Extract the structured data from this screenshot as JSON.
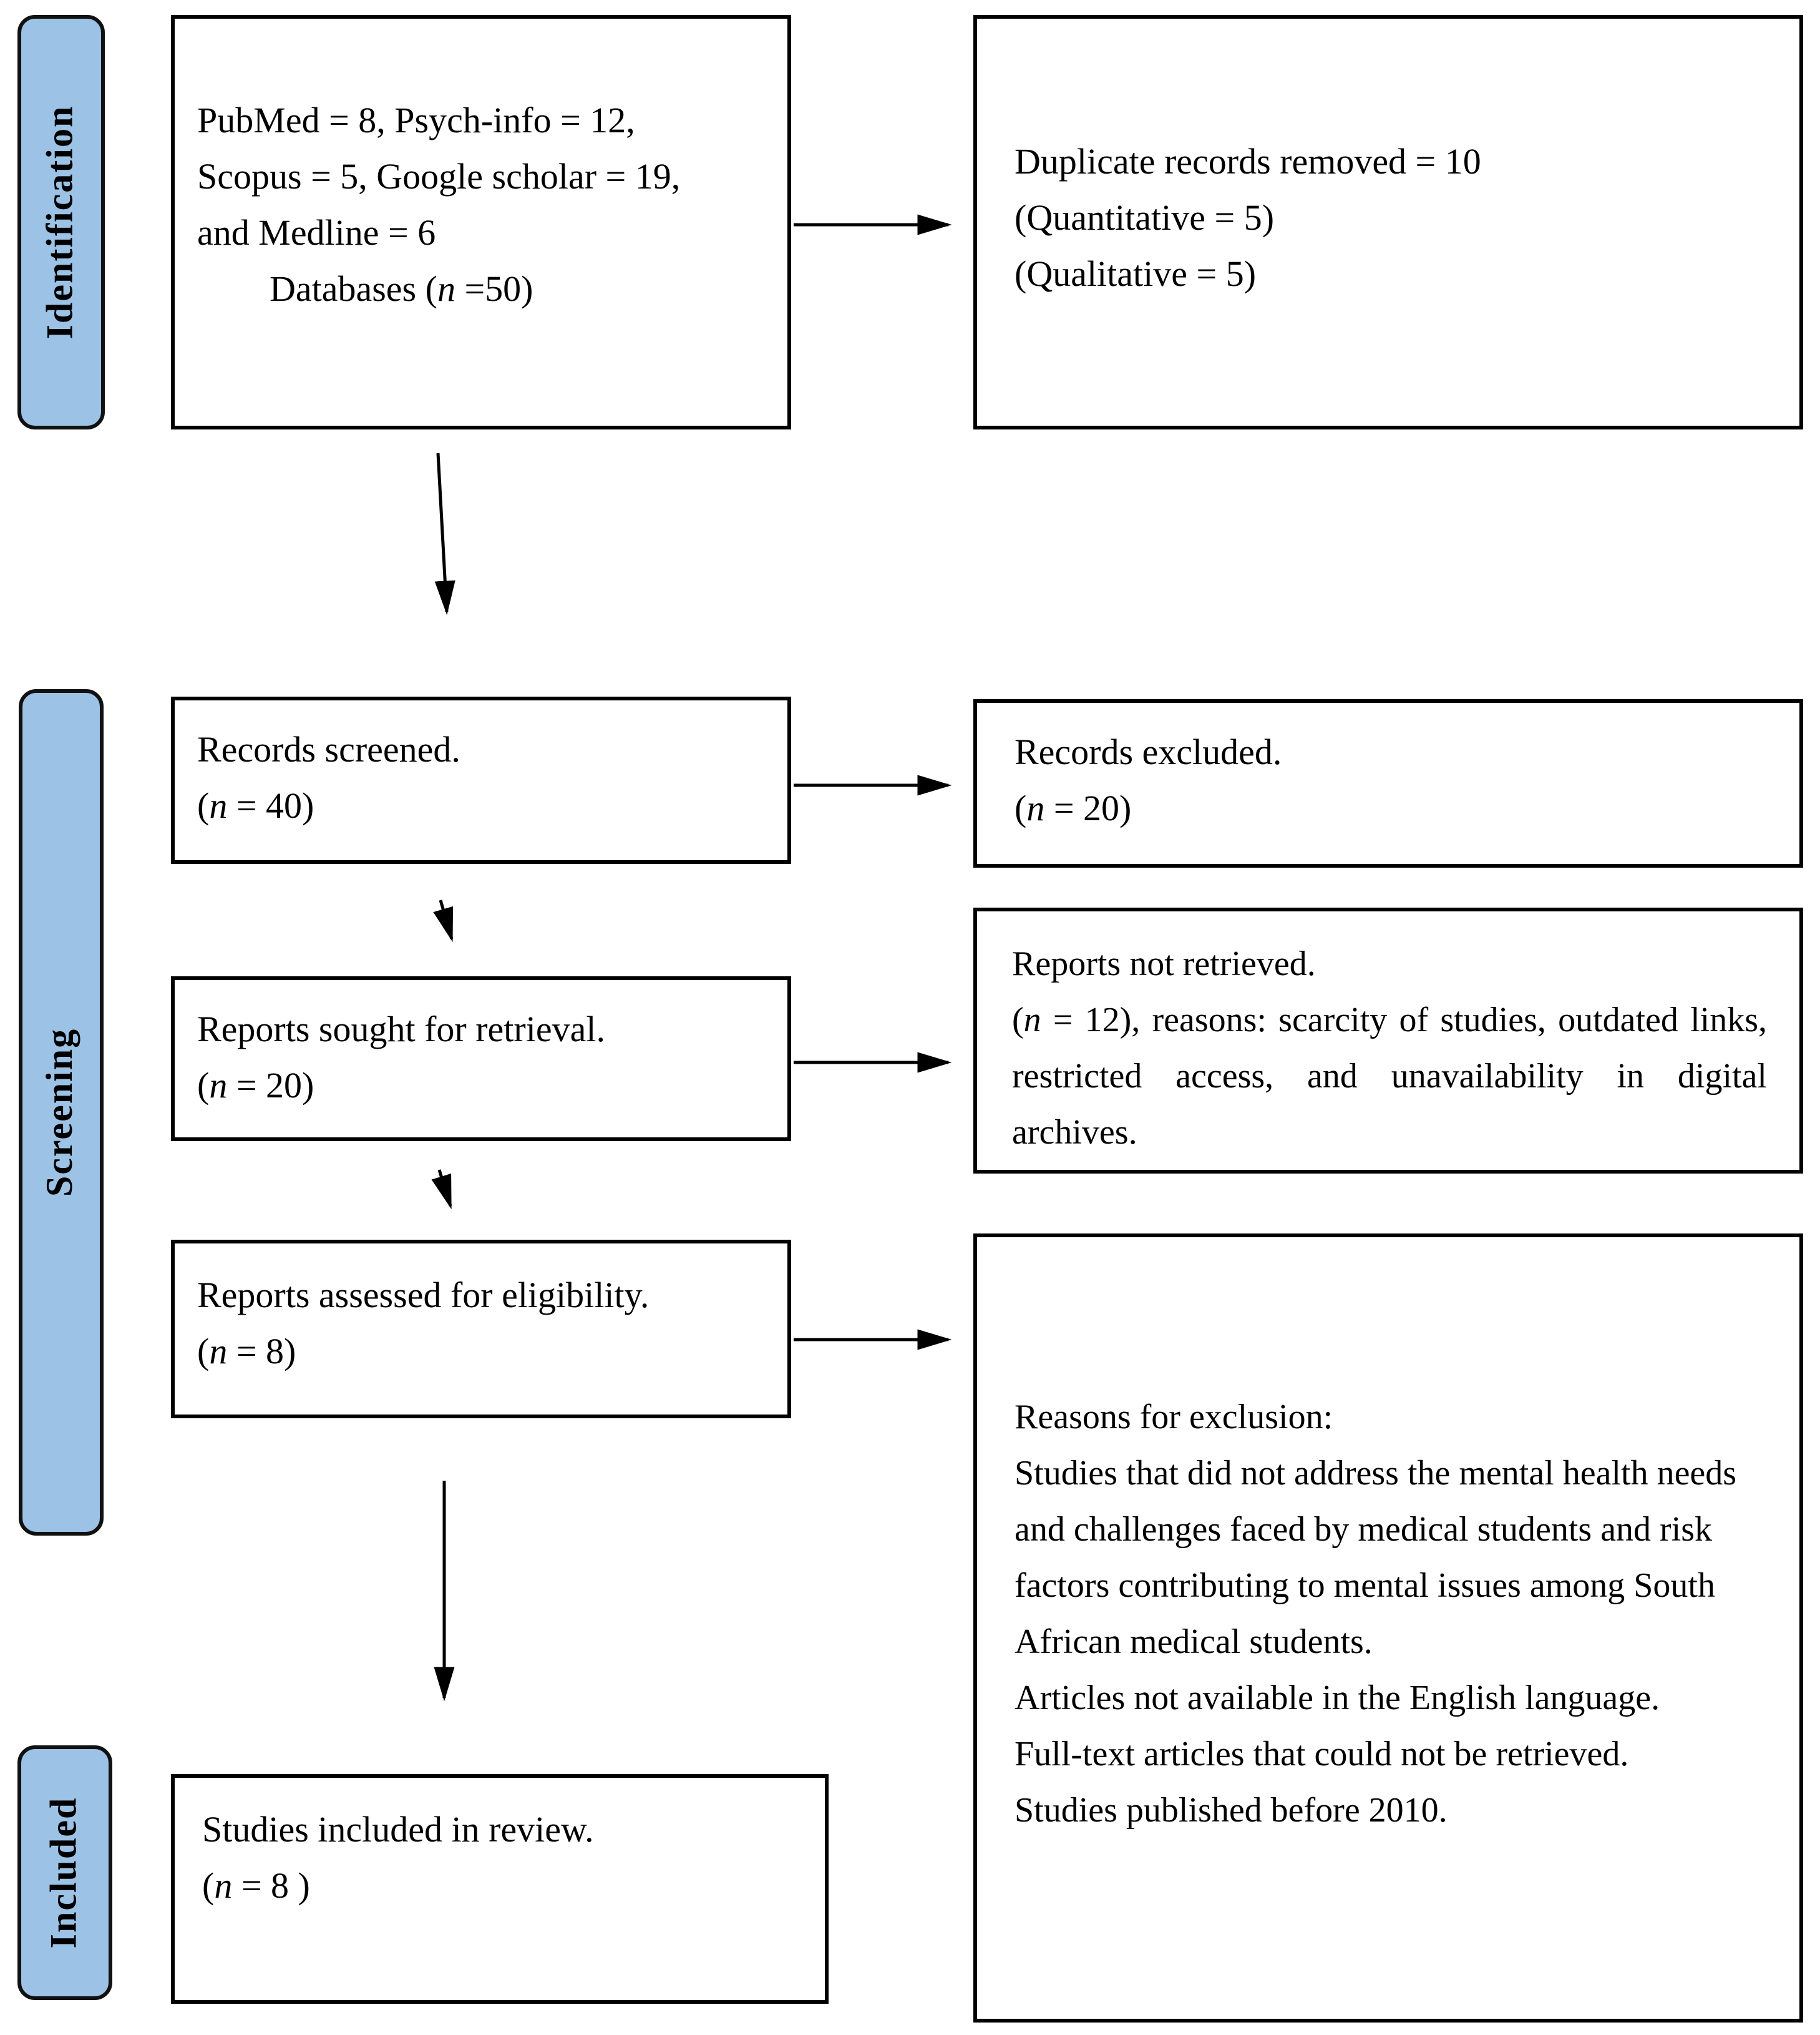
{
  "colors": {
    "stage_fill": "#9CC2E5",
    "stage_border": "#111111",
    "box_border": "#000000",
    "arrow": "#000000",
    "background": "#FFFFFF",
    "text": "#000000"
  },
  "stages": {
    "identification": "Identification",
    "screening": "Screening",
    "included": "Included"
  },
  "boxes": {
    "databases": {
      "lines": [
        "PubMed = 8, Psych-info = 12,",
        "Scopus = 5, Google scholar = 19,",
        "and Medline = 6"
      ],
      "count": {
        "pre": "Databases (",
        "n": "n",
        "post": " =50)"
      }
    },
    "duplicates": {
      "lines": [
        "Duplicate records removed = 10",
        "(Quantitative = 5)",
        "(Qualitative = 5)"
      ]
    },
    "records_screened": {
      "title": "Records screened.",
      "count": {
        "pre": "(",
        "n": "n",
        "post": " = 40)"
      }
    },
    "records_excluded": {
      "title": "Records excluded.",
      "count": {
        "pre": "(",
        "n": "n",
        "post": " = 20)"
      }
    },
    "reports_sought": {
      "title": "Reports sought for retrieval.",
      "count": {
        "pre": "(",
        "n": "n",
        "post": " = 20)"
      }
    },
    "reports_not_retrieved": {
      "title": "Reports not retrieved.",
      "body": {
        "pre": "(",
        "n": "n",
        "post": " = 12), reasons: scarcity of studies, outdated links, restricted access, and unavailability in digital archives."
      }
    },
    "reports_assessed": {
      "title": "Reports assessed for eligibility.",
      "count": {
        "pre": "(",
        "n": "n",
        "post": " = 8)"
      }
    },
    "reasons_exclusion": {
      "paragraphs": [
        "Reasons for exclusion:",
        "Studies that did not address the mental health needs and challenges faced by medical students and risk factors contributing to mental issues among South African medical students.",
        "Articles not available in the English language.",
        "Full-text articles that could not be retrieved.",
        "Studies published before 2010."
      ]
    },
    "studies_included": {
      "title": "Studies included in review.",
      "count": {
        "pre": "(",
        "n": "n",
        "post": " = 8 )"
      }
    }
  }
}
